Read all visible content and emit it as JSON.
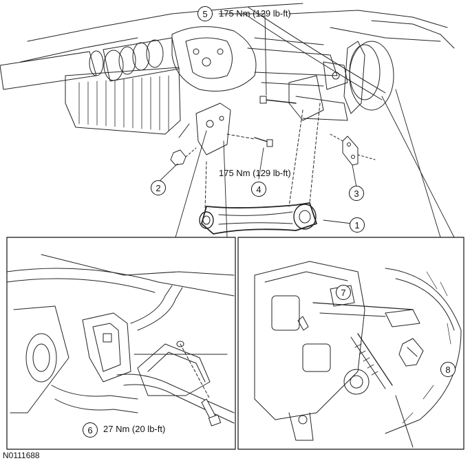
{
  "figure_id": "N0111688",
  "callouts": [
    {
      "num": "1"
    },
    {
      "num": "2"
    },
    {
      "num": "3"
    },
    {
      "num": "4",
      "torque": "175 Nm (129 lb-ft)"
    },
    {
      "num": "5",
      "torque": "175 Nm (129 lb-ft)"
    },
    {
      "num": "6",
      "torque": "27 Nm (20 lb-ft)"
    },
    {
      "num": "7"
    },
    {
      "num": "8"
    }
  ]
}
